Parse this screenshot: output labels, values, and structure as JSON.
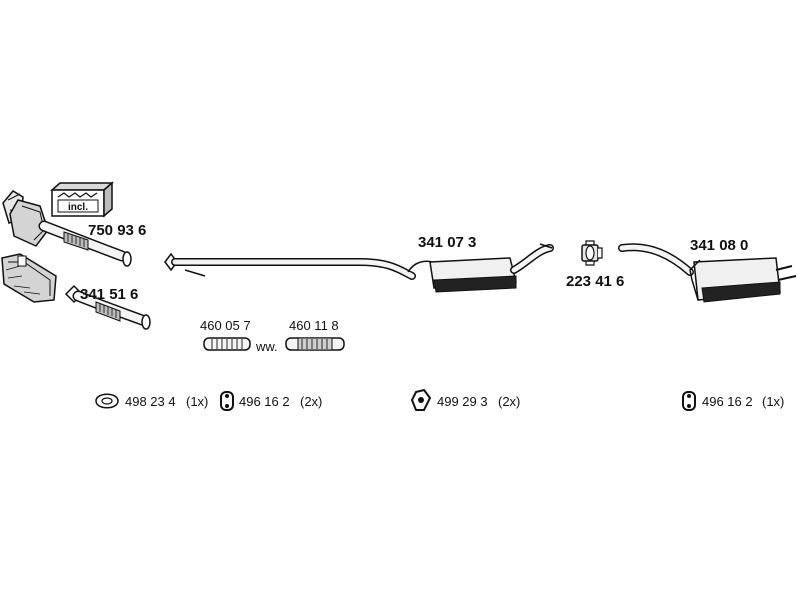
{
  "colors": {
    "ink": "#111111",
    "part_fill": "#f4f4f4",
    "shade": "#c8c8c8",
    "dark": "#222222"
  },
  "kit": {
    "badge_text": "incl.",
    "number": "750 93 6",
    "icon": "parts-kit-box-icon"
  },
  "parts": {
    "front_pipe_number": "341 51 6",
    "center_silencer_number": "341 07 3",
    "clamp_number": "223 41 6",
    "rear_silencer_number": "341 08 0",
    "flex_pipe_1_number": "460 05 7",
    "flex_pipe_2_number": "460 11 8",
    "alternative_text": "ww."
  },
  "fittings": [
    {
      "number": "498 23 4",
      "qty": "(1x)",
      "icon": "gasket-ring-icon"
    },
    {
      "number": "496 16 2",
      "qty": "(2x)",
      "icon": "rubber-hanger-icon"
    },
    {
      "number": "499 29 3",
      "qty": "(2x)",
      "icon": "rubber-mount-icon"
    },
    {
      "number": "496 16 2",
      "qty": "(1x)",
      "icon": "rubber-hanger-icon"
    }
  ]
}
